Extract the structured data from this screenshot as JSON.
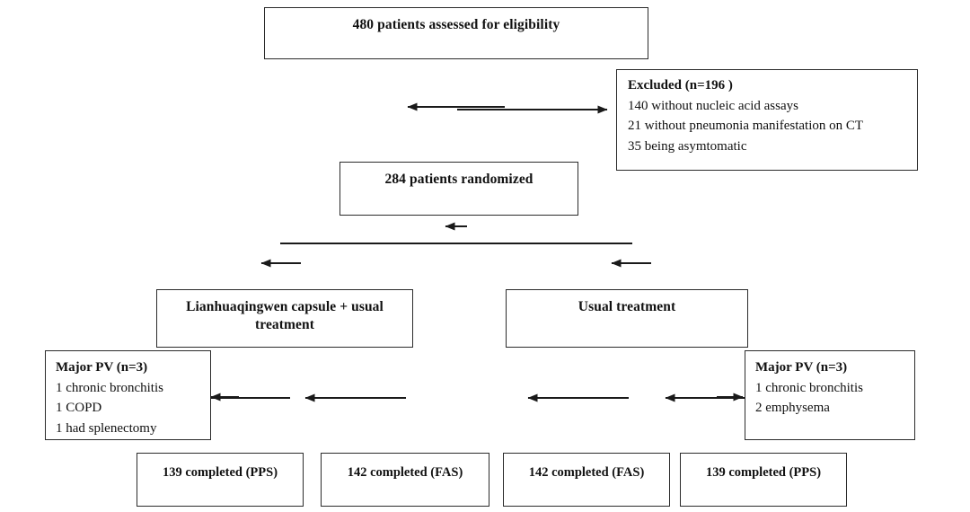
{
  "diagram": {
    "title": "CONSORT patient flow diagram",
    "type": "flowchart",
    "line_color": "#2b2b2b",
    "text_color": "#111111",
    "background": "#ffffff"
  },
  "nodes": {
    "assessed": {
      "label": "480 patients assessed for eligibility"
    },
    "excluded": {
      "heading": "Excluded (n=196 )",
      "items": [
        "140 without nucleic acid assays",
        "21 without pneumonia manifestation on CT",
        "35 being asymtomatic"
      ]
    },
    "randomized": {
      "label": "284 patients randomized"
    },
    "arm_treatment": {
      "line1": "Lianhuaqingwen capsule + usual",
      "line2": "treatment"
    },
    "arm_control": {
      "label": "Usual treatment"
    },
    "pv_left": {
      "heading": "Major PV (n=3)",
      "items": [
        "1 chronic bronchitis",
        "1 COPD",
        "1 had splenectomy"
      ]
    },
    "pv_right": {
      "heading": "Major PV (n=3)",
      "items": [
        "1 chronic bronchitis",
        "2 emphysema"
      ]
    },
    "outcome_left_pps": {
      "label": "139 completed (PPS)"
    },
    "outcome_left_fas": {
      "label": "142 completed (FAS)"
    },
    "outcome_right_fas": {
      "label": "142 completed (FAS)"
    },
    "outcome_right_pps": {
      "label": "139 completed (PPS)"
    }
  }
}
